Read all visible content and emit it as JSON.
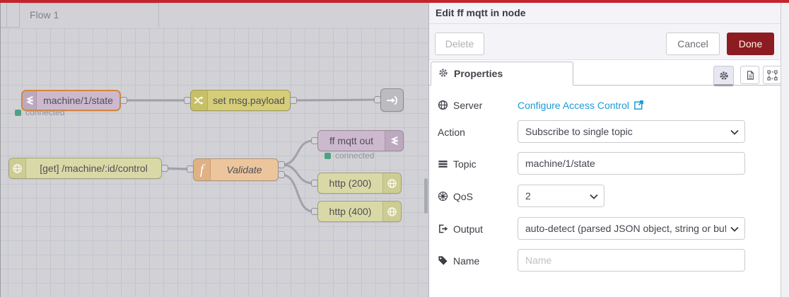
{
  "flow_editor": {
    "tab_label": "Flow 1",
    "nodes": {
      "mqtt_in": {
        "label": "machine/1/state",
        "status": "connected"
      },
      "change": {
        "label": "set msg.payload"
      },
      "http_in": {
        "label": "[get] /machine/:id/control"
      },
      "function": {
        "label": "Validate"
      },
      "mqtt_out": {
        "label": "ff mqtt out",
        "status": "connected"
      },
      "http_res_200": {
        "label": "http (200)"
      },
      "http_res_400": {
        "label": "http (400)"
      }
    }
  },
  "edit_panel": {
    "title": "Edit ff mqtt in node",
    "delete_label": "Delete",
    "cancel_label": "Cancel",
    "done_label": "Done",
    "properties_tab": "Properties",
    "fields": {
      "server": {
        "label": "Server",
        "link_text": "Configure Access Control"
      },
      "action": {
        "label": "Action",
        "value": "Subscribe to single topic"
      },
      "topic": {
        "label": "Topic",
        "value": "machine/1/state"
      },
      "qos": {
        "label": "QoS",
        "value": "2"
      },
      "output": {
        "label": "Output",
        "value": "auto-detect (parsed JSON object, string or buff"
      },
      "name": {
        "label": "Name",
        "placeholder": "Name"
      }
    }
  },
  "colors": {
    "top_bar_red": "#c3242b",
    "done_button_red": "#8c1c22",
    "link_blue": "#1d9ad6",
    "selected_node_orange": "#d4873e",
    "status_green": "#4fa183",
    "mqtt_node": "#cdb9ce",
    "change_node": "#d5cd78",
    "http_node": "#d9d9a7",
    "function_node": "#edc59c"
  }
}
